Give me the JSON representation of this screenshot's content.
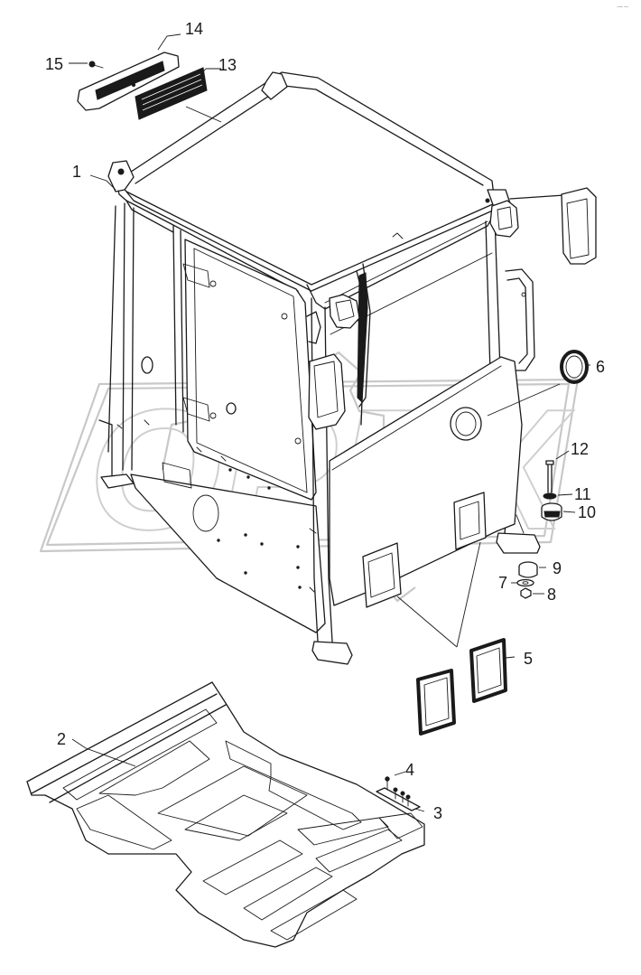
{
  "watermark": {
    "text": "OPEX"
  },
  "corner_mark": "·— ---",
  "callouts": [
    {
      "id": "c1",
      "label": "1"
    },
    {
      "id": "c2",
      "label": "2"
    },
    {
      "id": "c3",
      "label": "3"
    },
    {
      "id": "c4",
      "label": "4"
    },
    {
      "id": "c5",
      "label": "5"
    },
    {
      "id": "c6",
      "label": "6"
    },
    {
      "id": "c7",
      "label": "7"
    },
    {
      "id": "c8",
      "label": "8"
    },
    {
      "id": "c9",
      "label": "9"
    },
    {
      "id": "c10",
      "label": "10"
    },
    {
      "id": "c11",
      "label": "11"
    },
    {
      "id": "c12",
      "label": "12"
    },
    {
      "id": "c13",
      "label": "13"
    },
    {
      "id": "c14",
      "label": "14"
    },
    {
      "id": "c15",
      "label": "15"
    }
  ]
}
